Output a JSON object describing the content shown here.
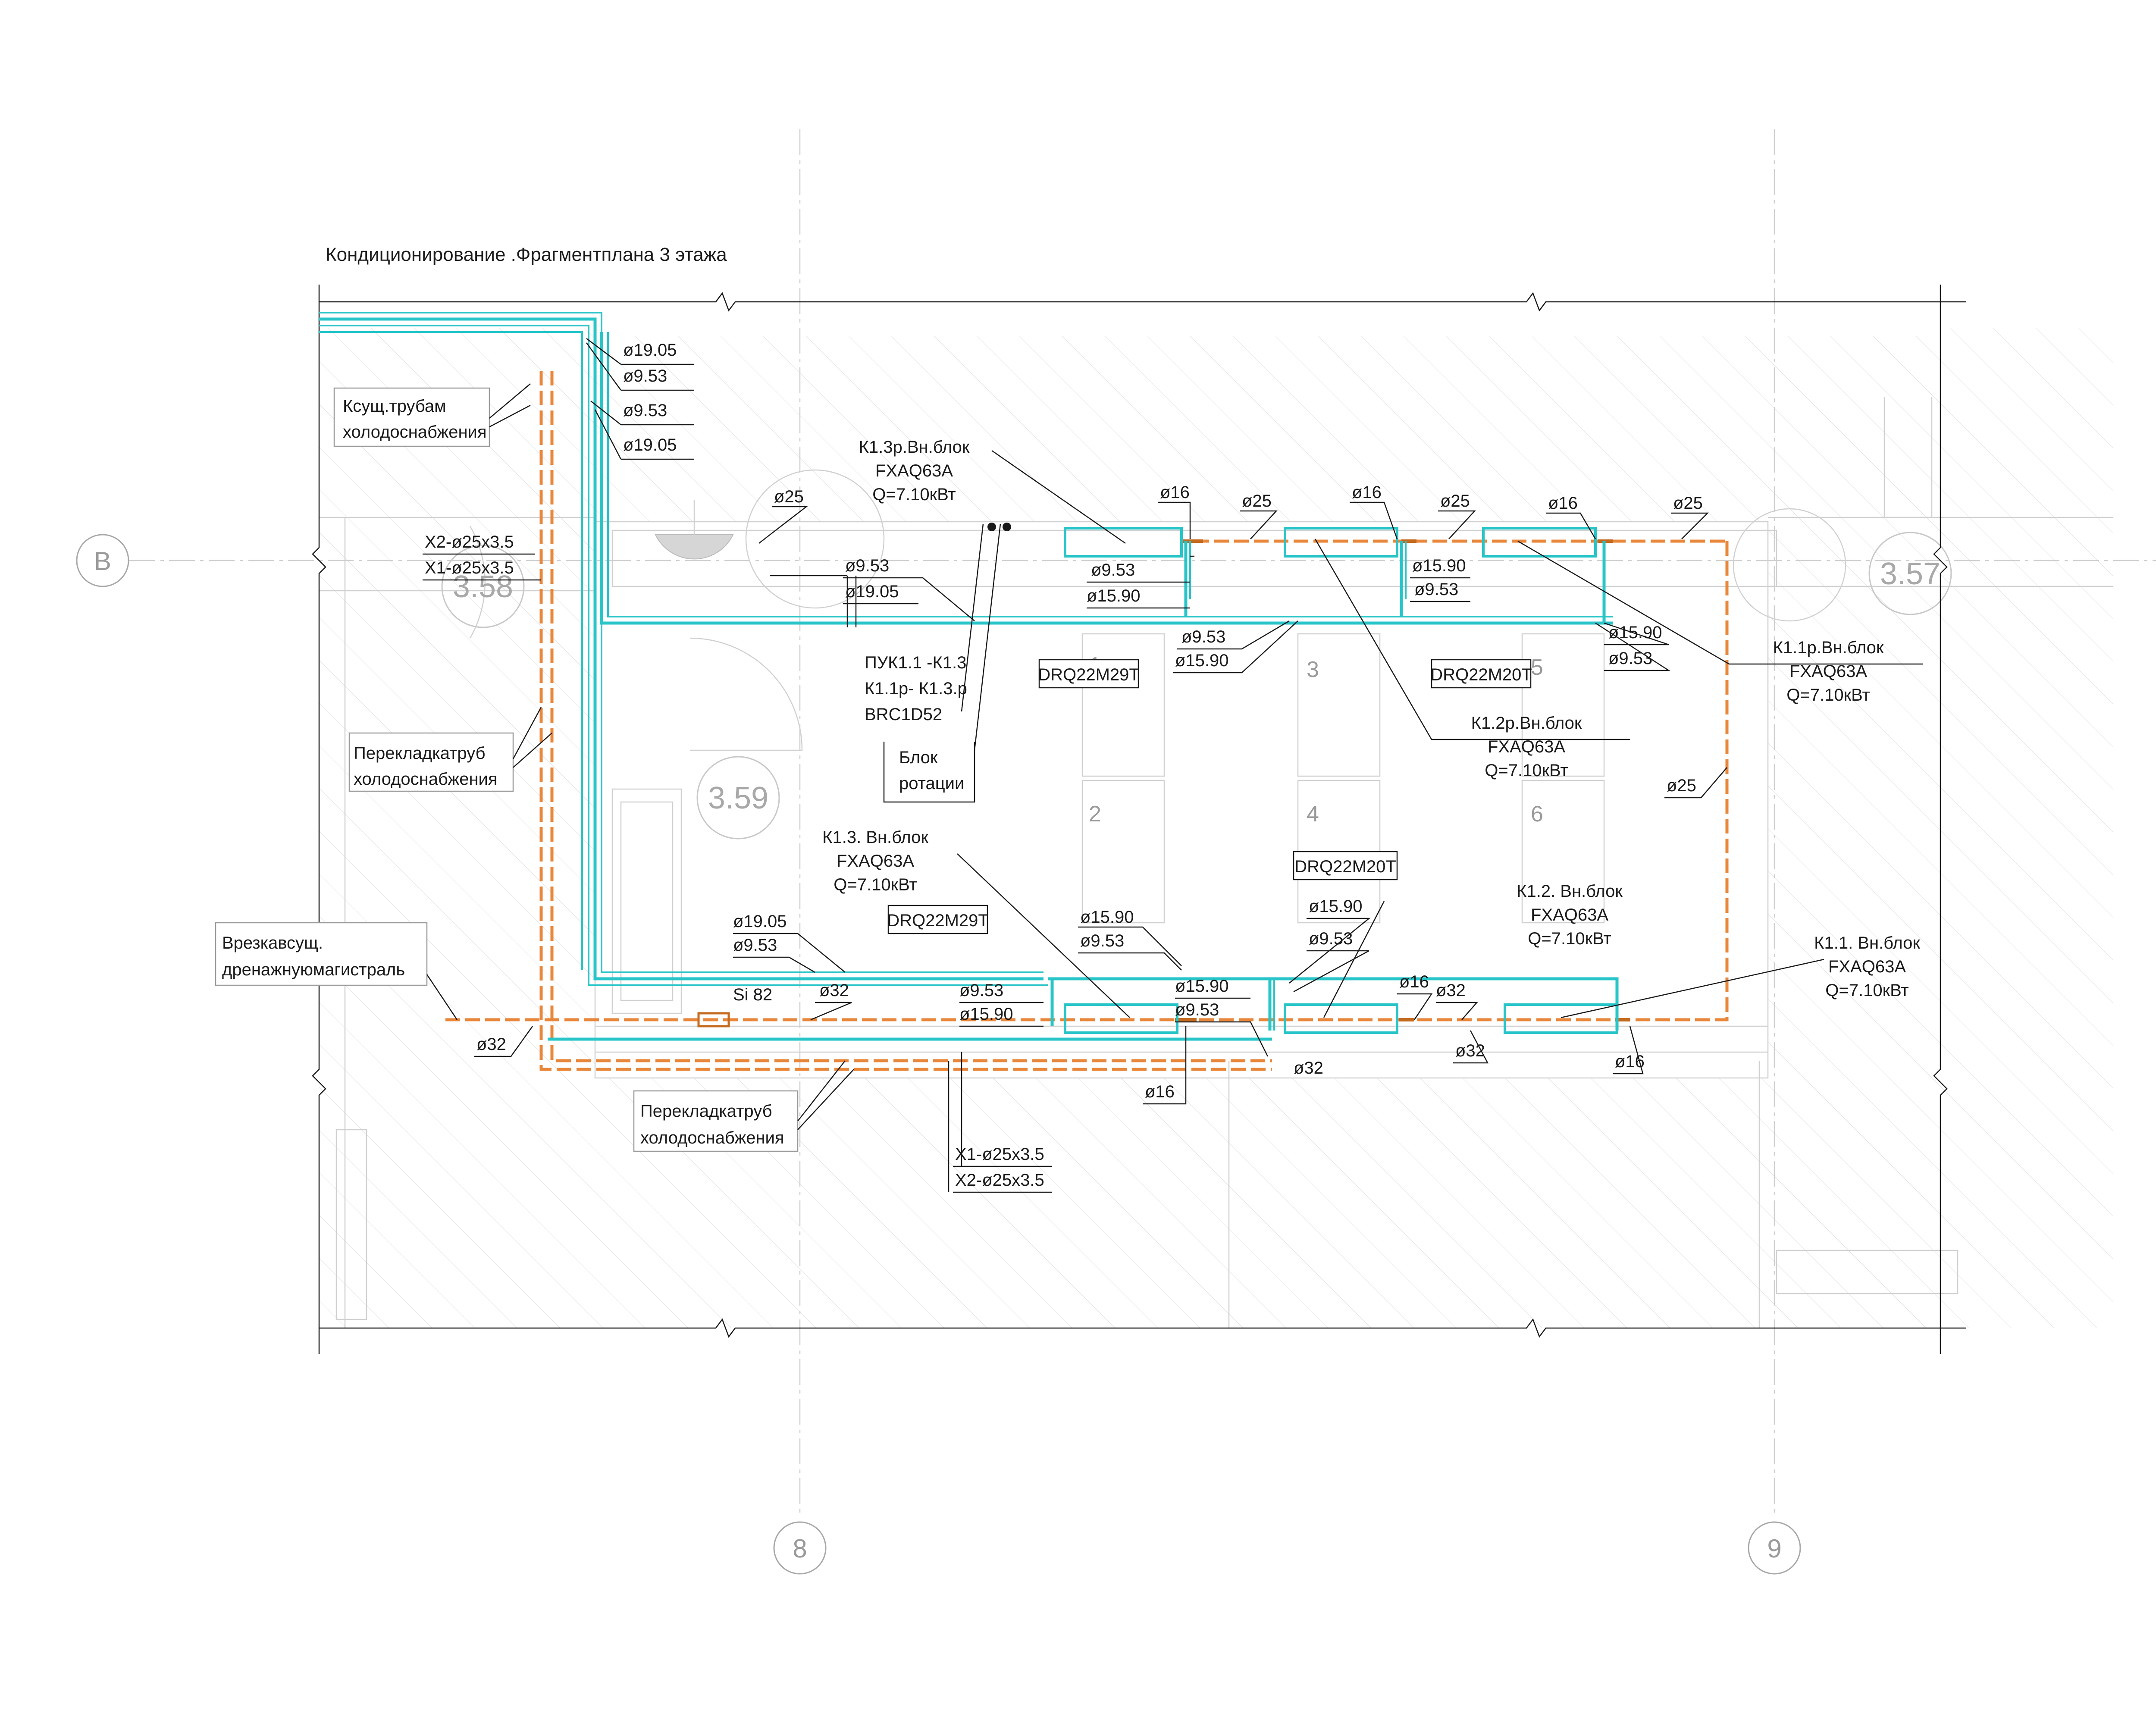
{
  "title": "Кондиционирование .Фрагментплана    3 этажа",
  "colors": {
    "refrigerant": "#27c4c8",
    "drainage": "#e8863a",
    "drainage_dark": "#c46a1e",
    "text": "#1a1a1a",
    "grid": "#cfcfcf"
  },
  "axes": {
    "row": "В",
    "col_left": "8",
    "col_right": "9"
  },
  "rooms": [
    "3.58",
    "3.59",
    "3.57"
  ],
  "seats": [
    "1",
    "2",
    "3",
    "4",
    "5",
    "6"
  ],
  "units": [
    {
      "name": "К1.3р.Вн.блок",
      "model": "FXAQ63A",
      "power": "Q=7.10кВт"
    },
    {
      "name": "К1.2р.Вн.блок",
      "model": "FXAQ63A",
      "power": "Q=7.10кВт"
    },
    {
      "name": "К1.1р.Вн.блок",
      "model": "FXAQ63A",
      "power": "Q=7.10кВт"
    },
    {
      "name": "К1.3. Вн.блок",
      "model": "FXAQ63A",
      "power": "Q=7.10кВт"
    },
    {
      "name": "К1.2. Вн.блок",
      "model": "FXAQ63A",
      "power": "Q=7.10кВт"
    },
    {
      "name": "К1.1. Вн.блок",
      "model": "FXAQ63A",
      "power": "Q=7.10кВт"
    }
  ],
  "refnets": [
    "DRQ22M29T",
    "DRQ22M20T",
    "DRQ22M29T",
    "DRQ22M20T"
  ],
  "notes": {
    "existing_pipes": [
      "Ксущ.трубам",
      "холодоснабжения"
    ],
    "reroute_left": [
      "Перекладкатруб",
      "холодоснабжения"
    ],
    "reroute_bottom": [
      "Перекладкатруб",
      "холодоснабжения"
    ],
    "tie_in": [
      "Врезкавсущ.",
      "дренажнуюмагистраль"
    ],
    "control": [
      "ПУК1.1 -К1.3",
      "К1.1р- К1.3.р",
      "BRC1D52"
    ],
    "rotation": [
      "Блок",
      "ротации"
    ],
    "chilled_left": [
      "Х2-ø25х3.5",
      "Х1-ø25х3.5"
    ],
    "chilled_bottom": [
      "Х1-ø25х3.5",
      "Х2-ø25х3.5"
    ],
    "si": "Si 82"
  },
  "diameters": {
    "d1905": "ø19.05",
    "d953": "ø9.53",
    "d1590": "ø15.90",
    "d16": "ø16",
    "d25": "ø25",
    "d32": "ø32"
  }
}
